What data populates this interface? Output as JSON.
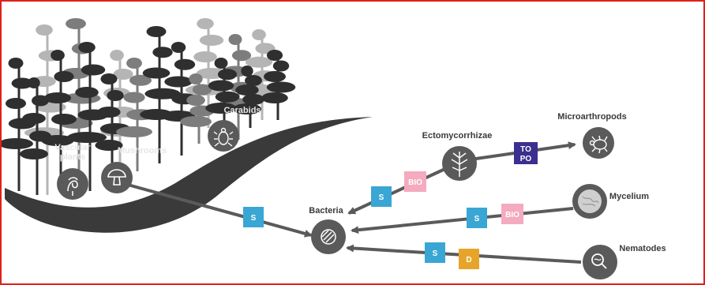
{
  "nodes": {
    "vascular_plants": {
      "label_line1": "Vascular",
      "label_line2": "plants"
    },
    "mushrooms": {
      "label": "Mushrooms"
    },
    "carabids": {
      "label": "Carabids"
    },
    "ectomycorrhizae": {
      "label": "Ectomycorrhizae"
    },
    "microarthropods": {
      "label": "Microarthropods"
    },
    "bacteria": {
      "label": "Bacteria"
    },
    "mycelium": {
      "label": "Mycelium"
    },
    "nematodes": {
      "label": "Nematodes"
    }
  },
  "tags": {
    "s": {
      "text": "S",
      "color": "#3aa6d4"
    },
    "bio": {
      "text": "BIO",
      "color": "#f4aabf"
    },
    "topo_line1": "TO",
    "topo_line2": "PO",
    "topo_color": "#3b2f8f",
    "d": {
      "text": "D",
      "color": "#e6a52a"
    }
  },
  "colors": {
    "circle": "#5a5a5a",
    "arrow": "#5a5a5a",
    "ground": "#3a3a3a",
    "trees_dark": "#2f2f2f",
    "trees_mid": "#7d7d7d",
    "trees_light": "#b5b5b5",
    "frame": "#e0201c"
  }
}
